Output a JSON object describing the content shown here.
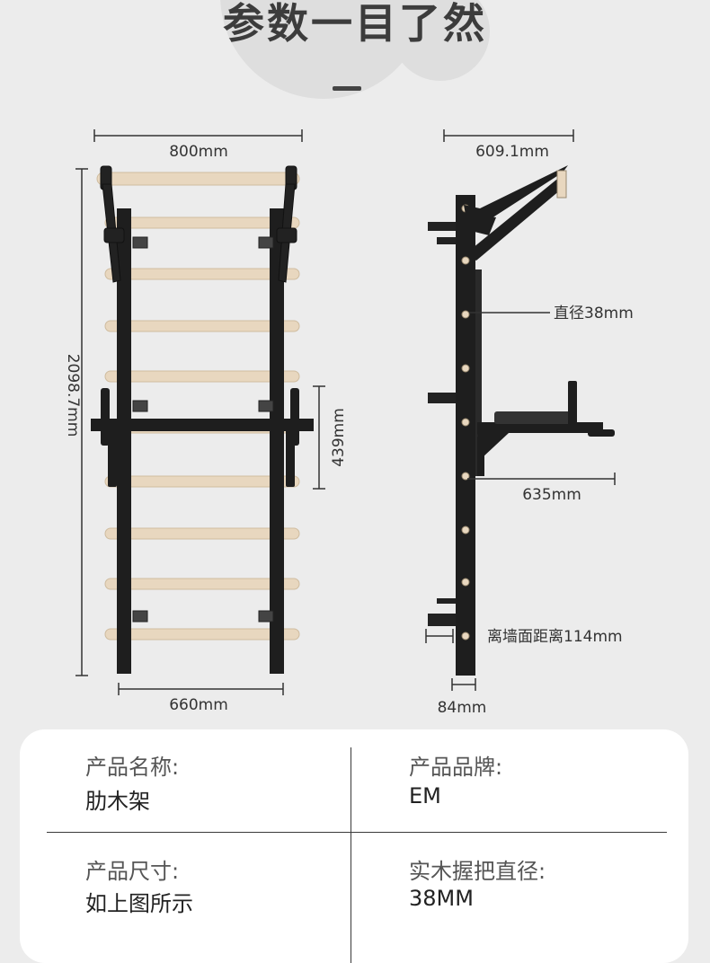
{
  "header": {
    "title": "参数一目了然"
  },
  "front_view": {
    "width_top": "800mm",
    "height_total": "2098.7mm",
    "height_dip": "439mm",
    "width_bottom": "660mm"
  },
  "side_view": {
    "depth_top": "609.1mm",
    "diameter": "直径38mm",
    "dip_depth": "635mm",
    "wall_distance": "离墙面距离114mm",
    "post_width": "84mm"
  },
  "specs": [
    {
      "label": "产品名称:",
      "value": "肋木架"
    },
    {
      "label": "产品品牌:",
      "value": "EM"
    },
    {
      "label": "产品尺寸:",
      "value": "如上图所示"
    },
    {
      "label": "实木握把直径:",
      "value": "38MM"
    }
  ],
  "colors": {
    "background": "#ececec",
    "frame": "#1e1e1e",
    "wood": "#e8d7bf",
    "card": "#ffffff"
  }
}
